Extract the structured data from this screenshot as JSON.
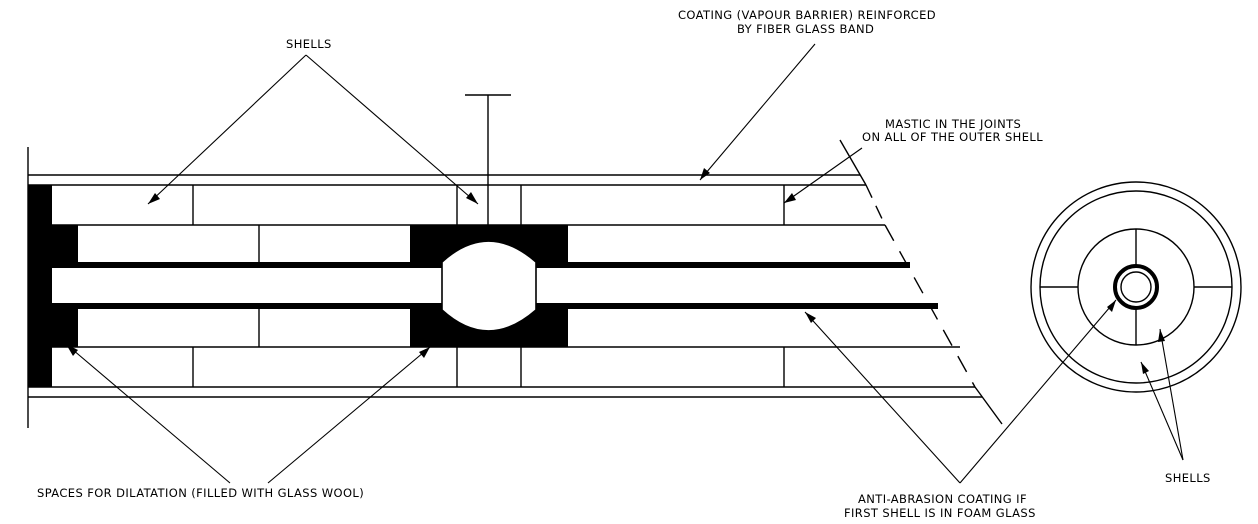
{
  "labels": {
    "coating_line1": "COATING (VAPOUR BARRIER) REINFORCED",
    "coating_line2": "BY FIBER GLASS BAND",
    "shells_top": "SHELLS",
    "mastic_line1": "MASTIC IN THE JOINTS",
    "mastic_line2": "ON ALL OF THE OUTER SHELL",
    "dilatation": "SPACES FOR DILATATION (FILLED WITH GLASS WOOL)",
    "anti_abrasion_line1": "ANTI-ABRASION COATING IF",
    "anti_abrasion_line2": "FIRST SHELL IS IN FOAM GLASS",
    "shells_right": "SHELLS"
  }
}
